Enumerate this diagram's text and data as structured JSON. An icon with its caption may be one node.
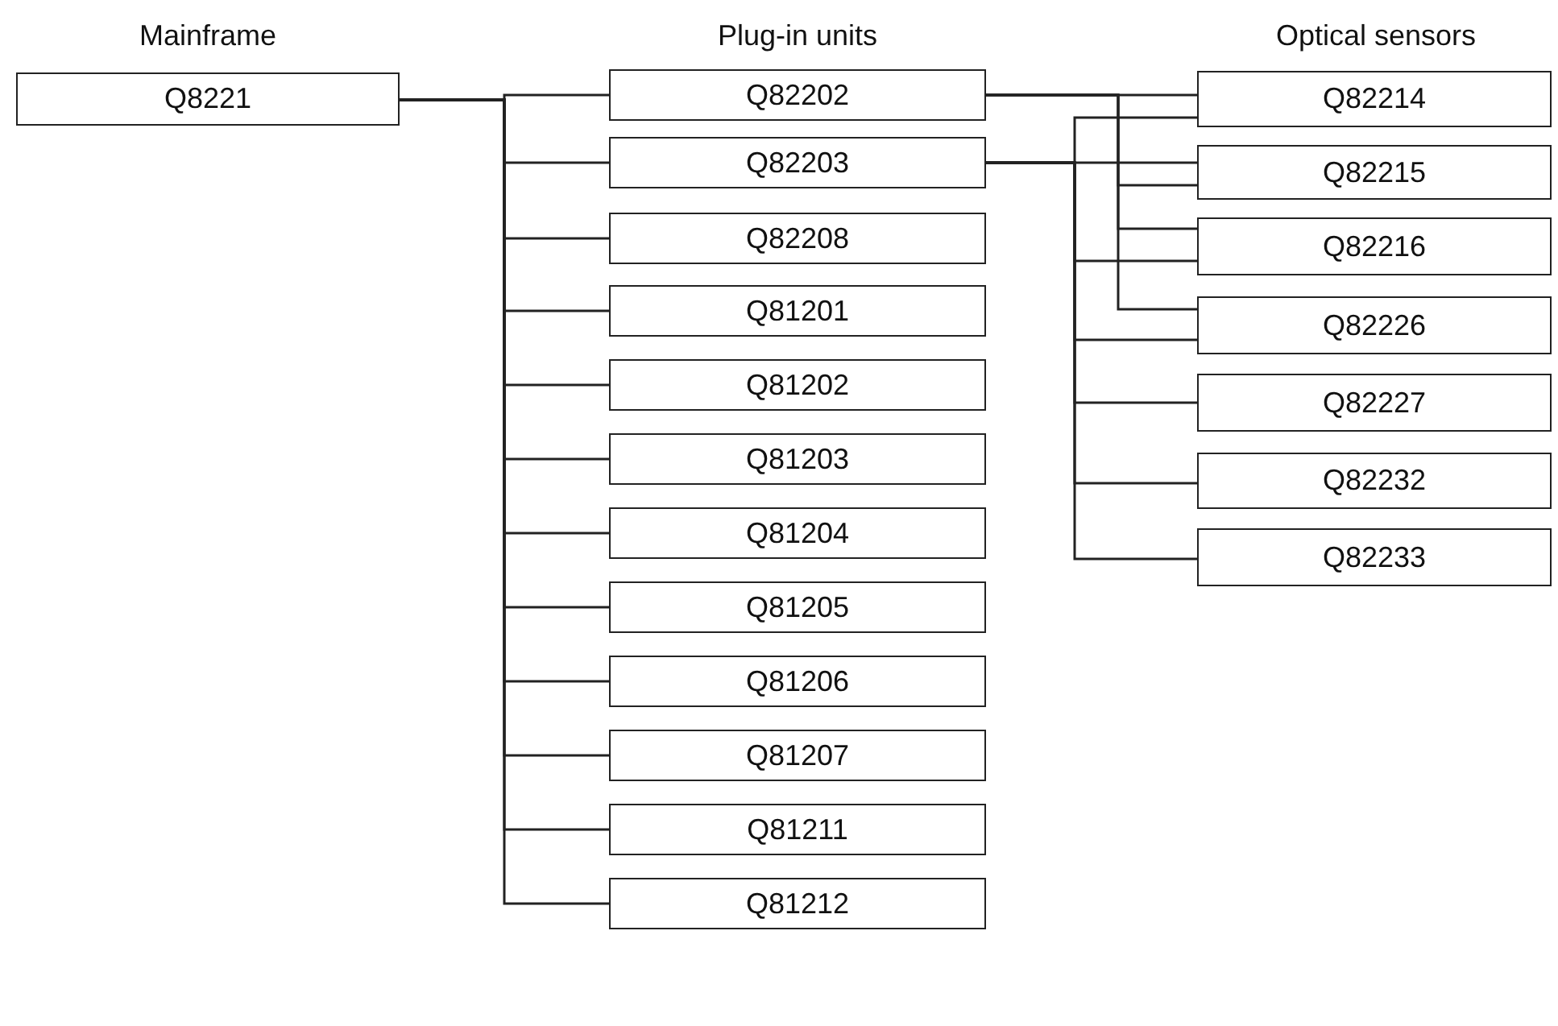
{
  "diagram": {
    "nodes": [
      {
        "text": [
          "Q8221"
        ]
      },
      {
        "text": [
          "Q82202"
        ]
      },
      {
        "text": [
          "Q82203"
        ]
      },
      {
        "text": [
          "Q82208"
        ]
      },
      {
        "text": [
          "Q81201"
        ]
      },
      {
        "text": [
          "Q81202"
        ]
      },
      {
        "text": [
          "Q81203"
        ]
      },
      {
        "text": [
          "Q81204"
        ]
      },
      {
        "text": [
          "Q81205"
        ]
      },
      {
        "text": [
          "Q81206"
        ]
      },
      {
        "text": [
          "Q81207"
        ]
      },
      {
        "text": [
          "Q81211"
        ]
      },
      {
        "text": [
          "Q81212"
        ]
      },
      {
        "text": [
          "Q82214"
        ]
      },
      {
        "text": [
          "Q82215"
        ]
      },
      {
        "text": [
          "Q82216"
        ]
      },
      {
        "text": [
          "Q82226"
        ]
      },
      {
        "text": [
          "Q82227"
        ]
      },
      {
        "text": [
          "Q82232"
        ]
      },
      {
        "text": [
          "Q82233"
        ]
      }
    ],
    "edges": [
      {
        "from": 0,
        "to": 1,
        "arrow": "none"
      },
      {
        "from": 0,
        "to": 2,
        "arrow": "none"
      },
      {
        "from": 0,
        "to": 3,
        "arrow": "none"
      },
      {
        "from": 0,
        "to": 4,
        "arrow": "none"
      },
      {
        "from": 0,
        "to": 5,
        "arrow": "none"
      },
      {
        "from": 0,
        "to": 6,
        "arrow": "none"
      },
      {
        "from": 0,
        "to": 7,
        "arrow": "none"
      },
      {
        "from": 0,
        "to": 8,
        "arrow": "none"
      },
      {
        "from": 0,
        "to": 9,
        "arrow": "none"
      },
      {
        "from": 0,
        "to": 10,
        "arrow": "none"
      },
      {
        "from": 0,
        "to": 11,
        "arrow": "none"
      },
      {
        "from": 0,
        "to": 12,
        "arrow": "none"
      },
      {
        "from": 1,
        "to": 13,
        "arrow": "none"
      },
      {
        "from": 1,
        "to": 14,
        "arrow": "none"
      },
      {
        "from": 1,
        "to": 15,
        "arrow": "none"
      },
      {
        "from": 1,
        "to": 16,
        "arrow": "none"
      },
      {
        "from": 2,
        "to": 14,
        "arrow": "none"
      },
      {
        "from": 2,
        "to": 13,
        "arrow": "none"
      },
      {
        "from": 2,
        "to": 15,
        "arrow": "none"
      },
      {
        "from": 2,
        "to": 16,
        "arrow": "none"
      },
      {
        "from": 2,
        "to": 17,
        "arrow": "none"
      },
      {
        "from": 2,
        "to": 18,
        "arrow": "none"
      },
      {
        "from": 2,
        "to": 19,
        "arrow": "none"
      }
    ],
    "labels": [
      "Mainframe",
      "Plug-in units",
      "Optical sensors"
    ]
  }
}
